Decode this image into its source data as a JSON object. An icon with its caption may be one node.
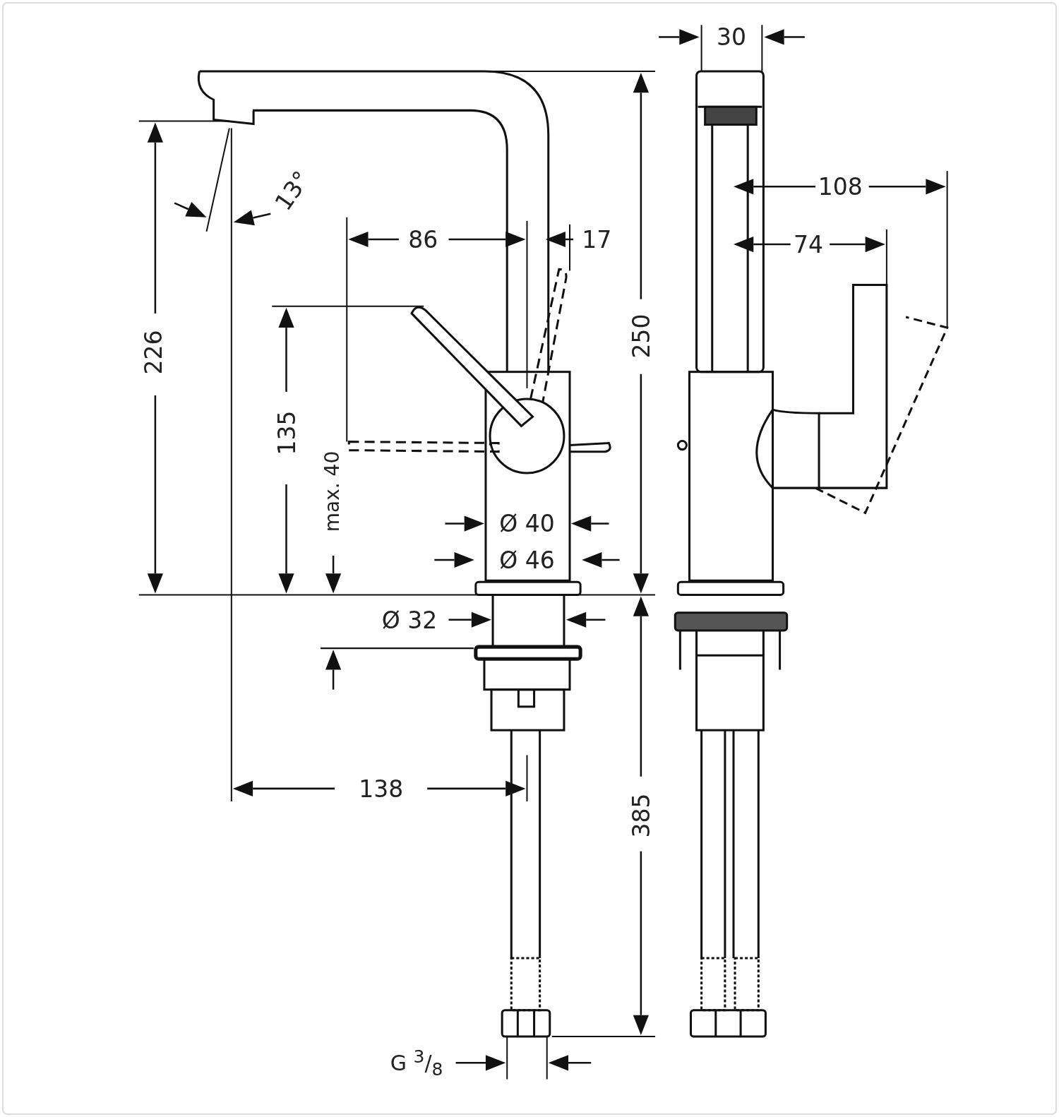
{
  "diagram": {
    "labels": [
      "30",
      "108",
      "13°",
      "86",
      "17",
      "74",
      "226",
      "250",
      "135",
      "max. 40",
      "Ø 40",
      "Ø 46",
      "Ø 32",
      "138",
      "385",
      "G $^{3}$/$_{8}$"
    ]
  }
}
